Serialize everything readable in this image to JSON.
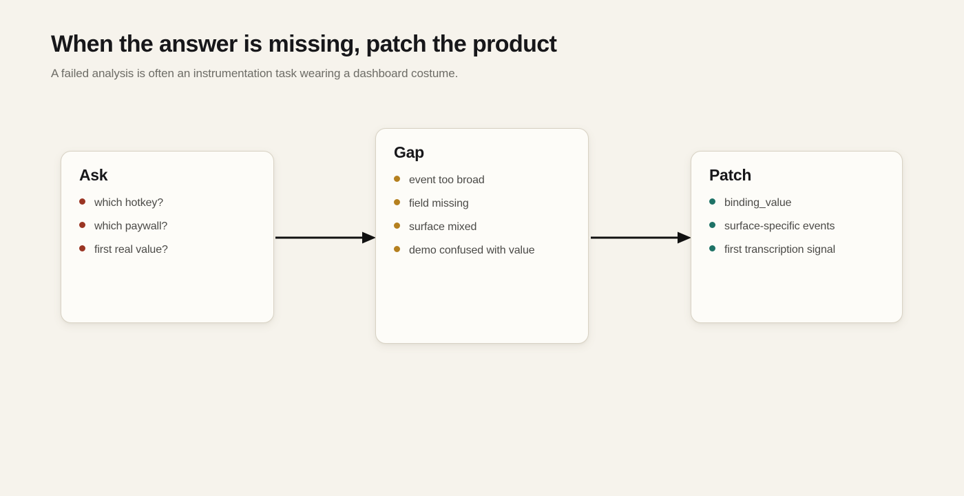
{
  "header": {
    "title": "When the answer is missing, patch the product",
    "subtitle": "A failed analysis is often an instrumentation task wearing a dashboard costume."
  },
  "colors": {
    "background": "#f6f3ec",
    "card_fill": "#fdfcf8",
    "card_border": "#d8d2c4",
    "title_text": "#17171a",
    "subtitle_text": "#6d6c66",
    "body_text": "#4b4a47",
    "arrow": "#111111",
    "bullet_ask": "#9a3523",
    "bullet_gap": "#b5801f",
    "bullet_patch": "#1e7266"
  },
  "flow": {
    "stages": [
      {
        "id": "ask",
        "title": "Ask",
        "items": [
          "which hotkey?",
          "which paywall?",
          "first real value?"
        ]
      },
      {
        "id": "gap",
        "title": "Gap",
        "items": [
          "event too broad",
          "field missing",
          "surface mixed",
          "demo confused with value"
        ]
      },
      {
        "id": "patch",
        "title": "Patch",
        "items": [
          "binding_value",
          "surface-specific events",
          "first transcription signal"
        ]
      }
    ],
    "connectors": [
      {
        "from": "ask",
        "to": "gap",
        "style": "solid-arrow"
      },
      {
        "from": "gap",
        "to": "patch",
        "style": "solid-arrow"
      }
    ]
  }
}
